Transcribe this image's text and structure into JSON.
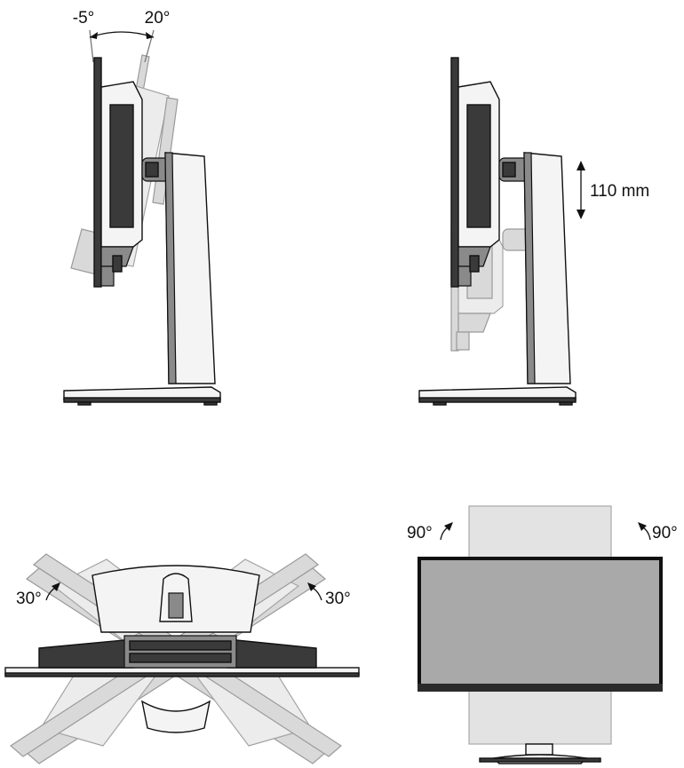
{
  "labels": {
    "tilt_back": "-5°",
    "tilt_forward": "20°",
    "height": "110 mm",
    "swivel_left": "30°",
    "swivel_right": "30°",
    "pivot_left": "90°",
    "pivot_right": "90°"
  }
}
